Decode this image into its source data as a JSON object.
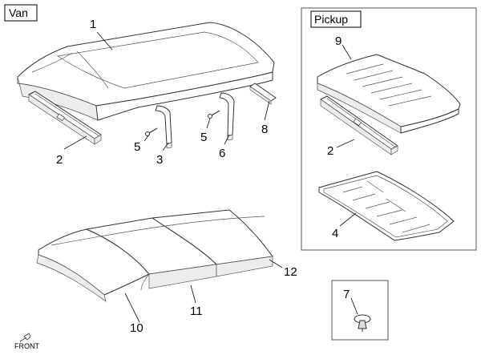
{
  "labels": {
    "van": "Van",
    "pickup": "Pickup",
    "front": "FRONT"
  },
  "callouts": {
    "van_roof": "1",
    "van_rail": "2",
    "van_bow_left": "3",
    "screw_left": "5",
    "screw_right": "5",
    "van_bow_right": "6",
    "rear_rail": "8",
    "pickup_roof": "9",
    "pickup_rail": "2",
    "pickup_panel": "4",
    "liner_front": "10",
    "liner_middle": "11",
    "liner_rear": "12",
    "clip": "7"
  },
  "icons": {
    "front_arrow": "front-direction-icon"
  }
}
